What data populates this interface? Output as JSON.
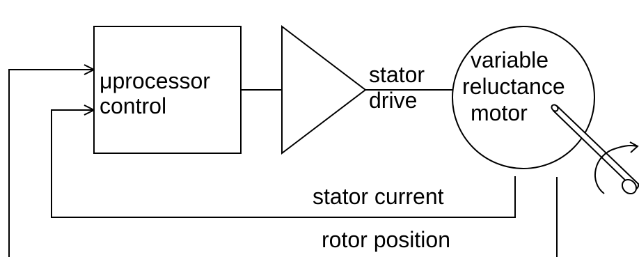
{
  "blocks": {
    "processor": {
      "line1": "μprocessor",
      "line2": "control"
    },
    "amplifier": {
      "line1": "stator",
      "line2": "drive"
    },
    "motor": {
      "line1": "variable",
      "line2": "reluctance",
      "line3": "motor"
    }
  },
  "feedback": {
    "current_label": "stator current",
    "position_label": "rotor position"
  },
  "colors": {
    "stroke": "#000000",
    "background": "#ffffff"
  }
}
